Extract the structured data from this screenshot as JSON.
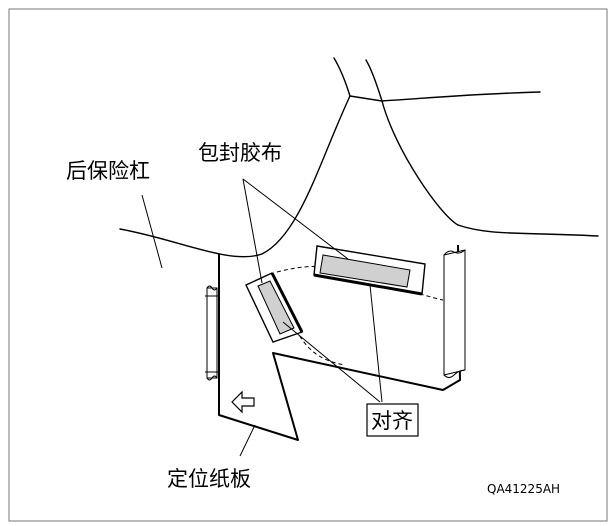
{
  "labels": {
    "rear_bumper": "后保险杠",
    "seal_tape": "包封胶布",
    "align": "对齐",
    "positioning_board": "定位纸板",
    "figure_code": "QA41225AH"
  },
  "colors": {
    "line": "#000000",
    "frame": "#777777",
    "tape_fill": "#d0d0d0",
    "background": "#ffffff"
  }
}
